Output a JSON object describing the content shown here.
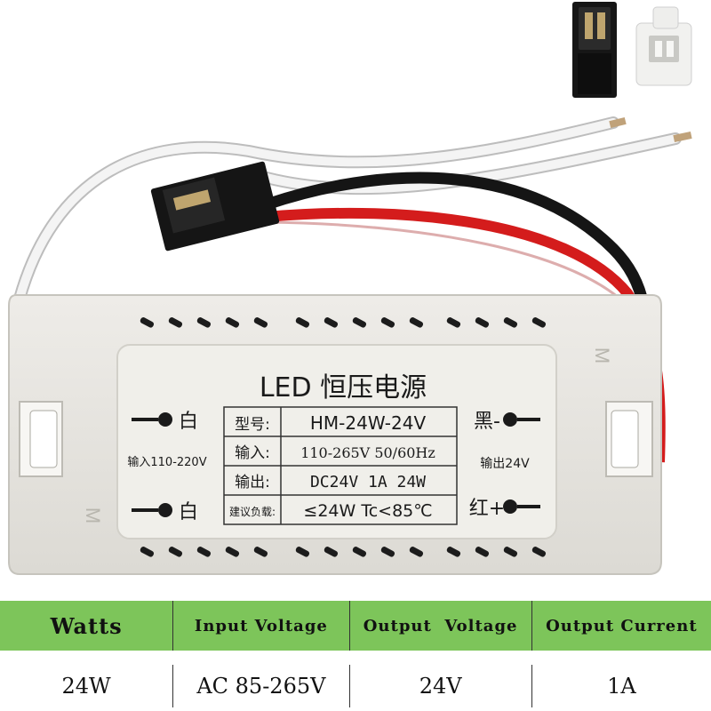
{
  "label": {
    "title": "LED 恒压电源",
    "left_top": "白",
    "left_bottom": "白",
    "left_vertical": "输入110-220V",
    "right_top": "黑-",
    "right_bottom": "红+",
    "right_vertical": "输出24V",
    "rows": [
      {
        "key": "型号:",
        "value": "HM-24W-24V"
      },
      {
        "key": "输入:",
        "value": "110-265V 50/60Hz"
      },
      {
        "key": "输出:",
        "value": "DC24V 1A 24W"
      },
      {
        "key": "建议负载:",
        "value": "≤24W Tc<85℃"
      }
    ],
    "side_mark": "M"
  },
  "table": {
    "headers": [
      "Watts",
      "Input Voltage",
      "Output  Voltage",
      "Output Current"
    ],
    "values": [
      "24W",
      "AC 85-265V",
      "24V",
      "1A"
    ]
  },
  "colors": {
    "header_green": "#7dc55a",
    "housing": "#e8e6e1",
    "wire_red": "#d41c1c",
    "wire_black": "#1a1a1a",
    "wire_white": "#f2f2f2"
  }
}
